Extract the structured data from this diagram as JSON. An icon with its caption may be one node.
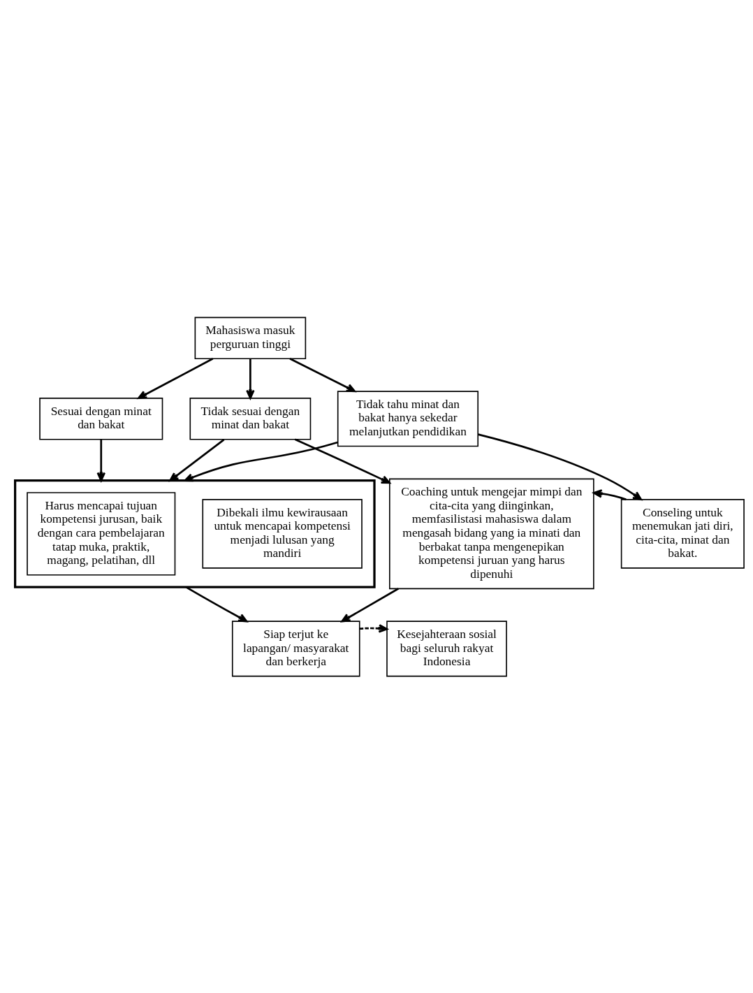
{
  "diagram": {
    "nodes": [
      {
        "text": [
          "Mahasiswa masuk perguruan tinggi"
        ]
      },
      {
        "text": [
          "Sesuai dengan minat dan bakat"
        ]
      },
      {
        "text": [
          "Tidak sesuai dengan minat dan bakat"
        ]
      },
      {
        "text": [
          "Tidak tahu minat dan bakat hanya sekedar melanjutkan pendidikan"
        ]
      },
      {
        "text": [],
        "shape": "box"
      },
      {
        "text": [
          "Harus mencapai tujuan kompetensi jurusan, baik dengan cara pembelajaran tatap muka, praktik, magang, pelatihan, dll"
        ],
        "in": 4
      },
      {
        "text": [
          "Dibekali ilmu kewirausaan untuk mencapai kompetensi menjadi lulusan yang mandiri"
        ],
        "in": 4
      },
      {
        "text": [
          "Coaching untuk mengejar mimpi dan cita-cita yang diinginkan, memfasilistasi mahasiswa dalam mengasah bidang yang ia minati dan berbakat tanpa mengenepikan kompetensi juruan yang harus dipenuhi"
        ]
      },
      {
        "text": [
          "Conseling untuk menemukan jati diri, cita-cita, minat dan bakat."
        ]
      },
      {
        "text": [
          "Siap terjut ke lapangan/ masyarakat dan berkerja"
        ]
      },
      {
        "text": [
          "Kesejahteraan sosial bagi seluruh rakyat Indonesia"
        ]
      }
    ],
    "edges": [
      {
        "from": 0,
        "to": 1,
        "arrow": "to"
      },
      {
        "from": 0,
        "to": 2,
        "arrow": "to"
      },
      {
        "from": 0,
        "to": 3,
        "arrow": "to"
      },
      {
        "from": 1,
        "to": 4,
        "arrow": "to"
      },
      {
        "from": 2,
        "to": 4,
        "arrow": "to"
      },
      {
        "from": 3,
        "to": 4,
        "arrow": "to"
      },
      {
        "from": 2,
        "to": 7,
        "arrow": "to"
      },
      {
        "from": 3,
        "to": 8,
        "arrow": "to"
      },
      {
        "from": 8,
        "to": 7,
        "arrow": "to"
      },
      {
        "from": 4,
        "to": 9,
        "arrow": "to"
      },
      {
        "from": 7,
        "to": 9,
        "arrow": "to"
      },
      {
        "from": 9,
        "to": 10,
        "arrow": "to",
        "style": "dashed"
      }
    ]
  }
}
